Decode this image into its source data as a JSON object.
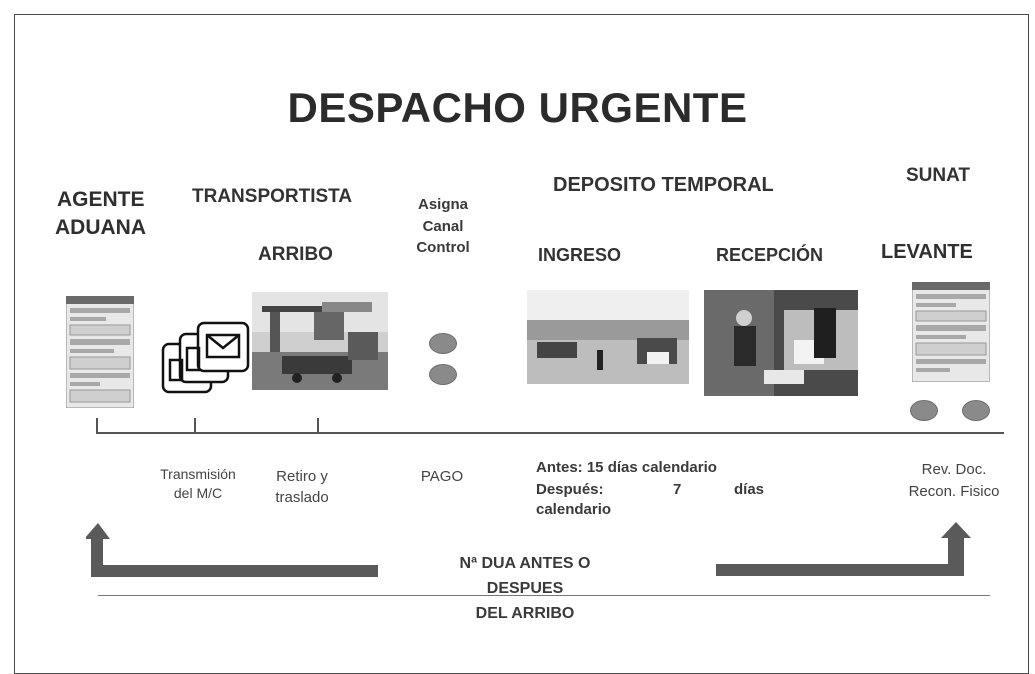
{
  "title": "DESPACHO URGENTE",
  "columns": {
    "agente": [
      "AGENTE",
      "ADUANA"
    ],
    "transportista": "TRANSPORTISTA",
    "arribo": "ARRIBO",
    "asigna": [
      "Asigna",
      "Canal",
      "Control"
    ],
    "deposito": "DEPOSITO TEMPORAL",
    "ingreso": "INGRESO",
    "recepcion": "RECEPCIÓN",
    "sunat": "SUNAT",
    "levante": "LEVANTE"
  },
  "timeline_labels": {
    "transmision": [
      "Transmisión",
      "del M/C"
    ],
    "retiro": [
      "Retiro y",
      "traslado"
    ],
    "pago": "PAGO",
    "antes": "Antes: 15 días calendario",
    "despues_label": "Después:",
    "despues_num": "7",
    "despues_unit": "días",
    "despues_cont": "calendario",
    "rev": [
      "Rev. Doc.",
      "Recon. Fisico"
    ]
  },
  "bottom_text": [
    "Nª DUA ANTES O",
    "DESPUES",
    "DEL ARRIBO"
  ],
  "icons": {
    "form_left": "document-form-icon",
    "envelopes": "envelope-stack-icon",
    "port": "port-crane-photo",
    "warehouse_in": "warehouse-photo",
    "warehouse_rec": "workers-photo",
    "form_right": "document-form-icon"
  }
}
